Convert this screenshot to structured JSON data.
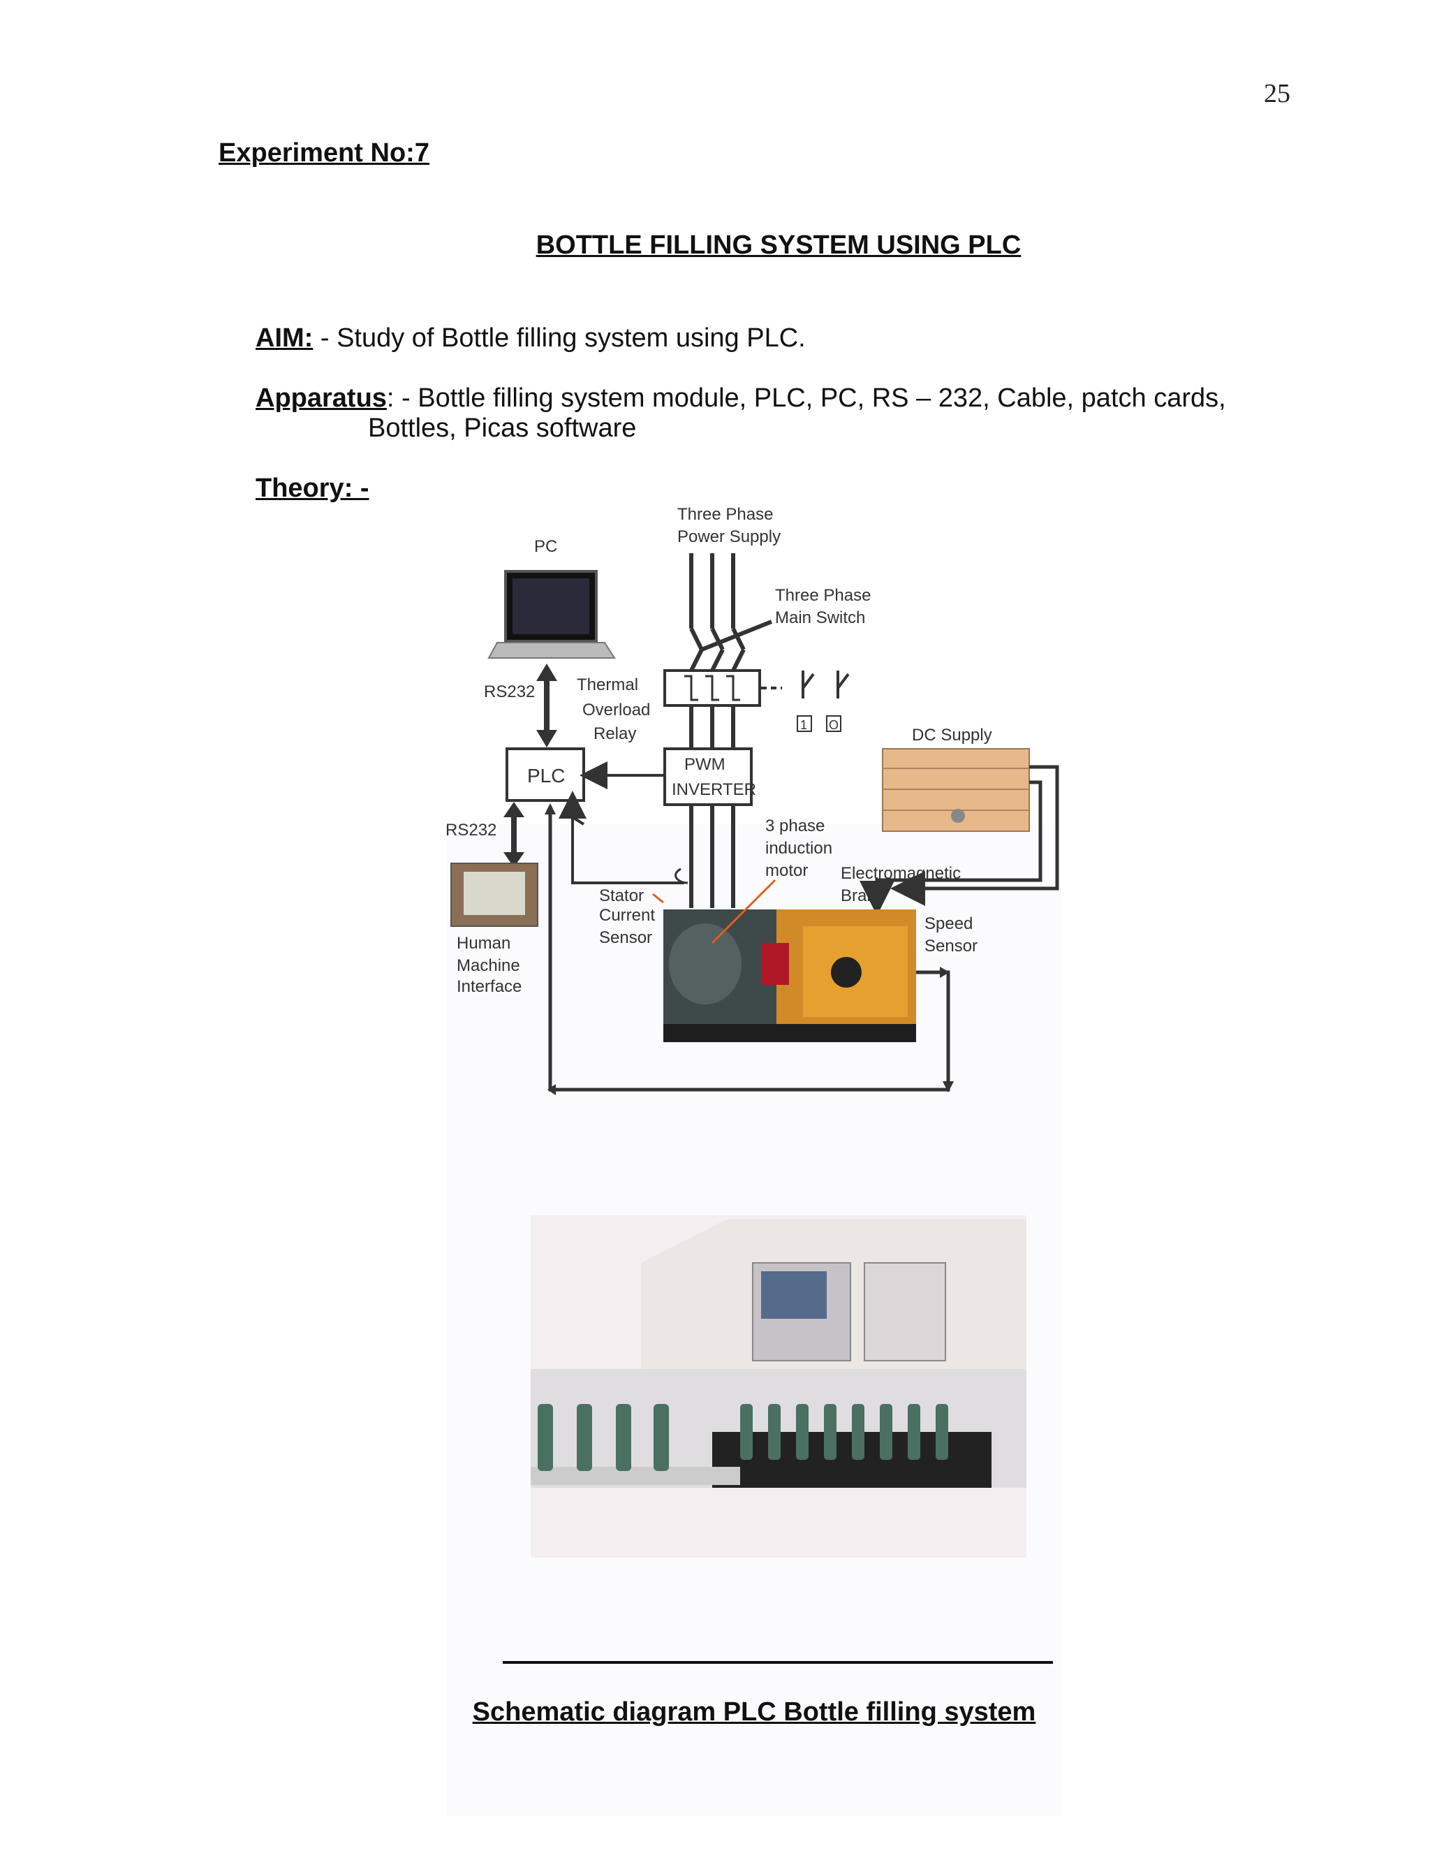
{
  "page": {
    "number": "25"
  },
  "experiment": "Experiment No:7",
  "title": "BOTTLE FILLING SYSTEM USING PLC",
  "aim": {
    "label": "AIM:",
    "text": " - Study of Bottle filling system using PLC."
  },
  "apparatus": {
    "label": "Apparatus",
    "text": ": - Bottle filling system module, PLC, PC, RS – 232, Cable, patch cards,",
    "continuation": "Bottles, Picas software"
  },
  "theory": "Theory: -",
  "diagram": {
    "labels": {
      "pc": "PC",
      "power_supply_1": "Three Phase",
      "power_supply_2": "Power Supply",
      "main_switch_1": "Three Phase",
      "main_switch_2": "Main Switch",
      "rs232_top": "RS232",
      "thermal_1": "Thermal",
      "thermal_2": "Overload",
      "thermal_3": "Relay",
      "plc": "PLC",
      "pwm_1": "PWM",
      "pwm_2": "INVERTER",
      "dc_supply": "DC Supply",
      "rs232_bottom": "RS232",
      "motor_1": "3 phase",
      "motor_2": "induction",
      "motor_3": "motor",
      "brake_1": "Electromagnetic",
      "brake_2": "Brake",
      "stator_1": "Stator",
      "stator_2": "Current",
      "stator_3": "Sensor",
      "speed_1": "Speed",
      "speed_2": "Sensor",
      "hmi_1": "Human",
      "hmi_2": "Machine",
      "hmi_3": "Interface",
      "switch_on": "1",
      "switch_off": "O"
    }
  },
  "caption": "Schematic diagram PLC Bottle filling system"
}
